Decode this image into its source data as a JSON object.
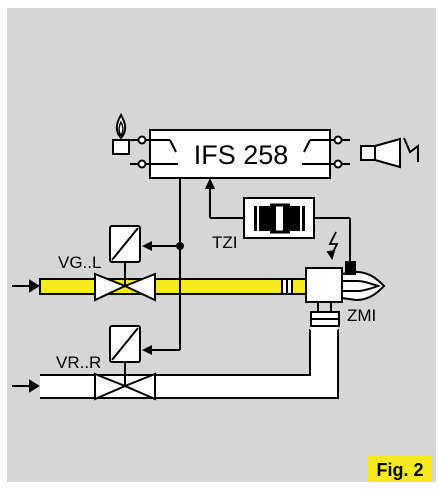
{
  "controller": {
    "label": "IFS 258"
  },
  "labels": {
    "gas_valve": "VG..L",
    "air_valve": "VR..R",
    "transformer": "TZI",
    "burner": "ZMI"
  },
  "figure": {
    "label": "Fig. 2"
  },
  "colors": {
    "background": "#d6d6d6",
    "gas_pipe": "#f4ea1c",
    "badge": "#f4ea1c",
    "line": "#000000",
    "fill_white": "#ffffff"
  },
  "icons": [
    "flame-icon",
    "horn-icon",
    "ignition-spark-icon",
    "arrow-right-icon"
  ]
}
